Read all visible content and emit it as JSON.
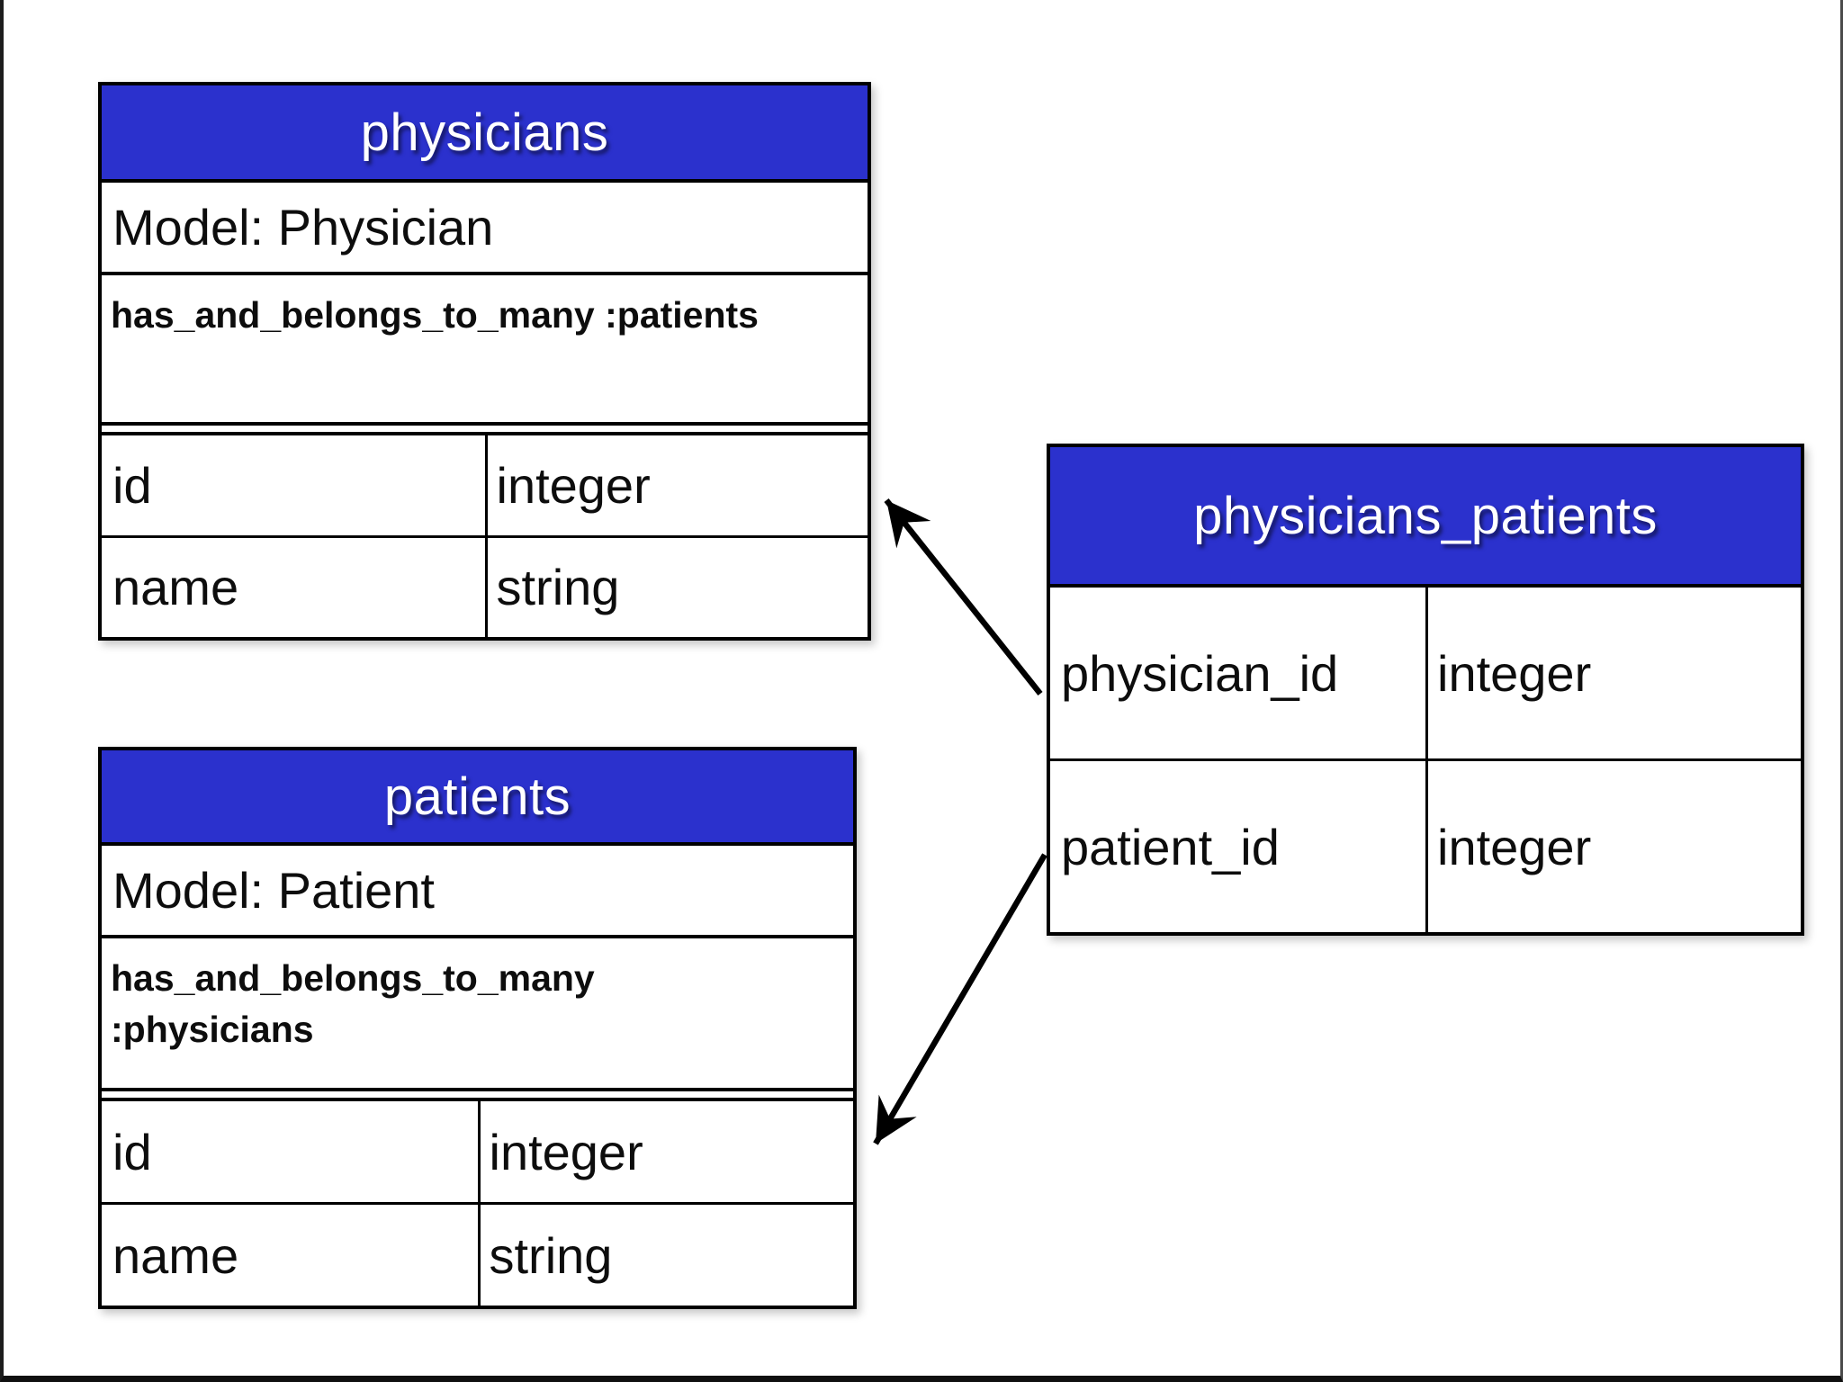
{
  "colors": {
    "header_bg": "#2b31cd",
    "header_text": "#ffffff",
    "table_border": "#000000",
    "background": "#ffffff",
    "arrow": "#000000"
  },
  "tables": {
    "physicians": {
      "title": "physicians",
      "model": "Model: Physician",
      "association": "has_and_belongs_to_many :patients",
      "columns": [
        {
          "name": "id",
          "type": "integer"
        },
        {
          "name": "name",
          "type": "string"
        }
      ]
    },
    "patients": {
      "title": "patients",
      "model": "Model: Patient",
      "association": "has_and_belongs_to_many :physicians",
      "columns": [
        {
          "name": "id",
          "type": "integer"
        },
        {
          "name": "name",
          "type": "string"
        }
      ]
    },
    "physicians_patients": {
      "title": "physicians_patients",
      "columns": [
        {
          "name": "physician_id",
          "type": "integer"
        },
        {
          "name": "patient_id",
          "type": "integer"
        }
      ]
    }
  },
  "arrows": [
    {
      "name": "physician_id-to-physicians-id",
      "from_table": "physicians_patients",
      "to_table": "physicians"
    },
    {
      "name": "patient_id-to-patients-id",
      "from_table": "physicians_patients",
      "to_table": "patients"
    }
  ]
}
